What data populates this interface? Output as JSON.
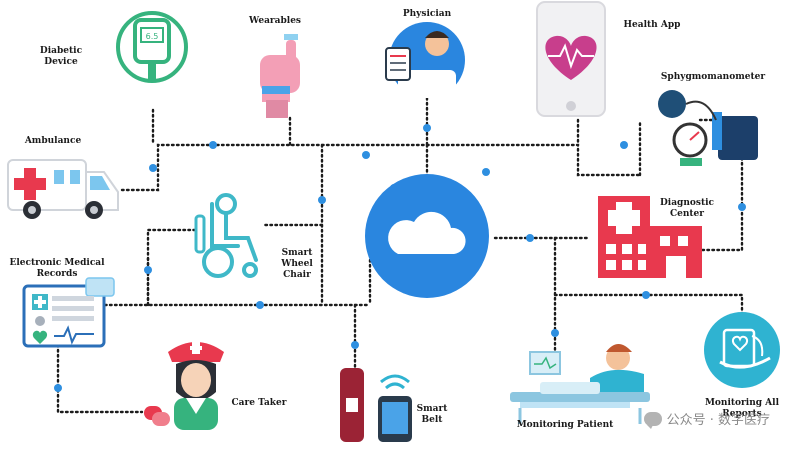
{
  "colors": {
    "connector": "#1c1c1c",
    "node_dot": "#2e8fe0",
    "cloud_blue": "#2a86df",
    "red": "#e8394e",
    "teal": "#36b37e",
    "pink": "#ec7fa0",
    "dark_red": "#9b2335",
    "cyan": "#2fb3d1"
  },
  "nodes": {
    "diabetic_device": {
      "label": "Diabetic Device",
      "icon": "glucose-meter-icon"
    },
    "wearables": {
      "label": "Wearables",
      "icon": "smartwatch-hand-icon"
    },
    "physician": {
      "label": "Physician",
      "icon": "doctor-icon"
    },
    "health_app": {
      "label": "Health App",
      "icon": "heart-phone-icon"
    },
    "sphygmomanometer": {
      "label": "Sphygmomanometer",
      "icon": "blood-pressure-monitor-icon"
    },
    "ambulance": {
      "label": "Ambulance",
      "icon": "ambulance-icon"
    },
    "smart_wheel_chair": {
      "label": "Smart Wheel Chair",
      "icon": "wheelchair-icon"
    },
    "cloud": {
      "label": "",
      "icon": "cloud-icon"
    },
    "diagnostic_center": {
      "label": "Diagnostic Center",
      "icon": "hospital-icon"
    },
    "emr": {
      "label": "Electronic Medical Records",
      "icon": "medical-record-icon"
    },
    "care_taker": {
      "label": "Care Taker",
      "icon": "nurse-icon"
    },
    "smart_belt": {
      "label": "Smart Belt",
      "icon": "smart-belt-icon"
    },
    "monitoring_patient": {
      "label": "Monitoring Patient",
      "icon": "hospital-bed-icon"
    },
    "monitoring_reports": {
      "label": "Monitoring All Reports",
      "icon": "medical-report-icon"
    }
  },
  "device_text": {
    "glucose_reading": "6.5"
  },
  "watermark": {
    "text": "公众号 · 数字医疗",
    "icon": "wechat-icon"
  }
}
